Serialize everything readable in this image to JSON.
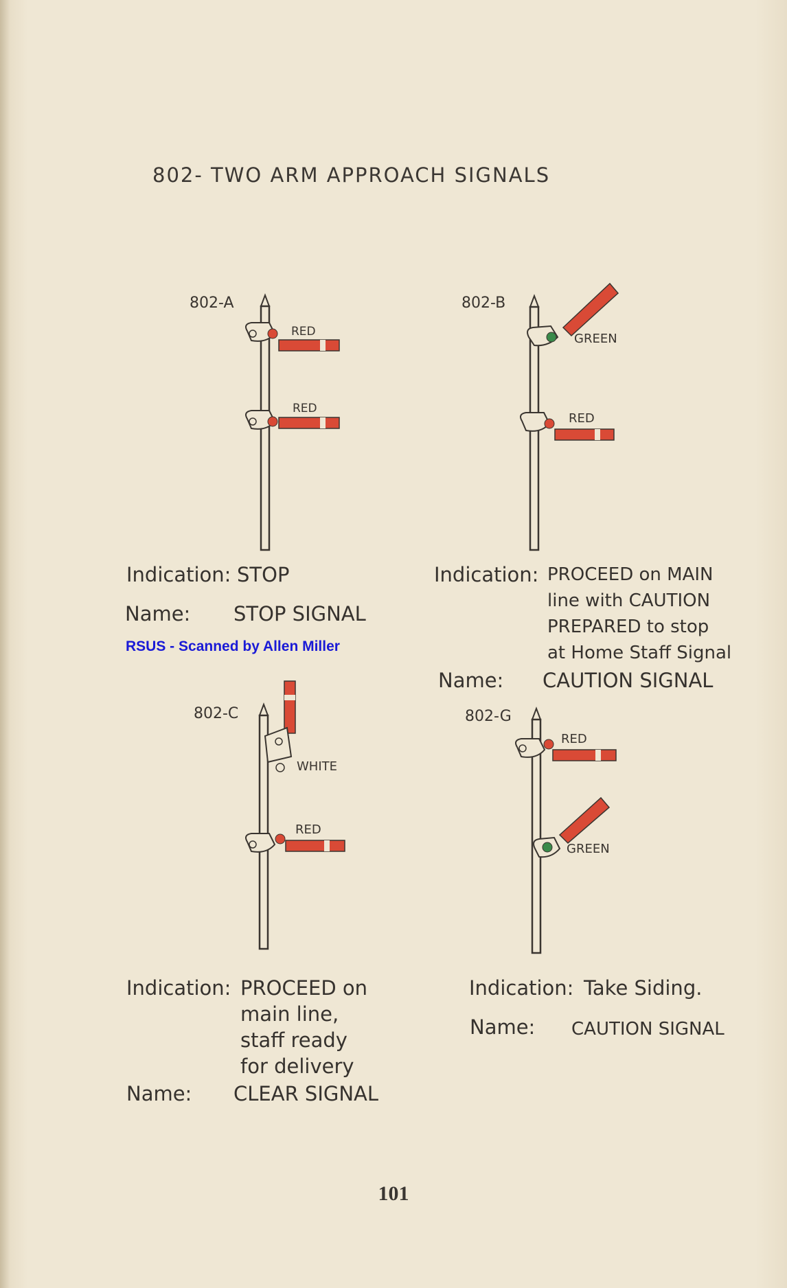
{
  "title": "802- TWO ARM APPROACH SIGNALS",
  "colors": {
    "arm_red": "#d94a36",
    "lamp_green": "#3a8a4a",
    "ink": "#3a3530",
    "paper": "#efe7d4"
  },
  "signals": [
    {
      "id": "802-A",
      "upper_light": "RED",
      "lower_light": "RED",
      "indication_label": "Indication:",
      "indication_lines": [
        "STOP"
      ],
      "name_label": "Name:",
      "name": "STOP SIGNAL"
    },
    {
      "id": "802-B",
      "upper_light": "GREEN",
      "lower_light": "RED",
      "indication_label": "Indication:",
      "indication_lines": [
        "PROCEED on MAIN",
        "line with CAUTION",
        "PREPARED to stop",
        "at Home Staff Signal"
      ],
      "name_label": "Name:",
      "name": "CAUTION SIGNAL"
    },
    {
      "id": "802-C",
      "upper_light": "WHITE",
      "lower_light": "RED",
      "indication_label": "Indication:",
      "indication_lines": [
        "PROCEED on",
        "main line,",
        "staff ready",
        "for delivery"
      ],
      "name_label": "Name:",
      "name": "CLEAR SIGNAL"
    },
    {
      "id": "802-G",
      "upper_light": "RED",
      "lower_light": "GREEN",
      "indication_label": "Indication:",
      "indication_lines": [
        "Take Siding."
      ],
      "name_label": "Name:",
      "name": "CAUTION SIGNAL"
    }
  ],
  "watermark": "RSUS - Scanned by Allen Miller",
  "page_number": "101"
}
